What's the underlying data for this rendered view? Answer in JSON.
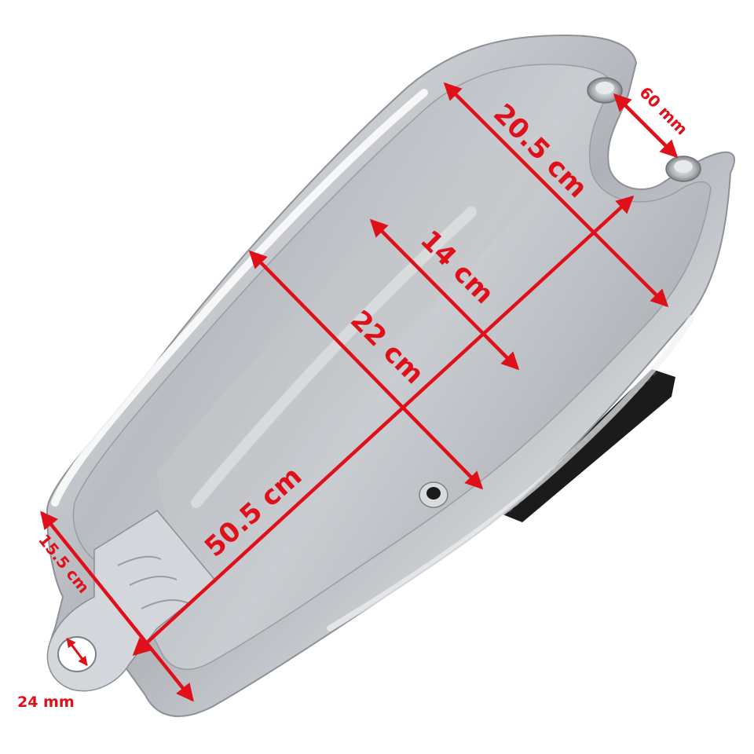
{
  "dimensions": {
    "width_rear": "20.5 cm",
    "cap_gap": "60 mm",
    "width_mid": "14 cm",
    "width_front": "22 cm",
    "length": "50.5 cm",
    "tab_length": "15.5 cm",
    "tab_hole": "24 mm"
  },
  "colors": {
    "annotation": "#e0101a",
    "metal": "#c9ccd0"
  }
}
